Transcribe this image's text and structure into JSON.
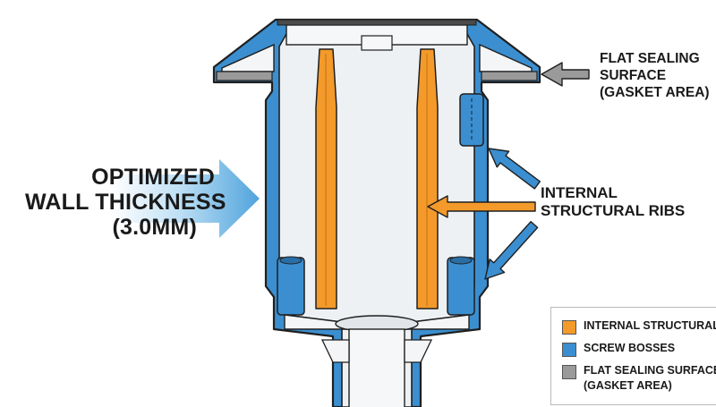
{
  "colors": {
    "shell_blue": "#3b8fd0",
    "outline": "#1f1f1f",
    "interior": "#eef1f4",
    "rib_orange": "#f39a2b",
    "boss_blue": "#3b8fd0",
    "gasket_gray": "#9a9a9a",
    "arrow_gray": "#9a9a9a"
  },
  "callouts": {
    "sealing": {
      "line1": "FLAT SEALING",
      "line2": "SURFACE",
      "line3": "(GASKET AREA)"
    },
    "ribs": {
      "line1": "INTERNAL",
      "line2": "STRUCTURAL RIBS"
    },
    "wall": {
      "line1": "OPTIMIZED",
      "line2": "WALL THICKNESS",
      "line3": "(3.0mm)"
    }
  },
  "legend": {
    "items": [
      {
        "label": "INTERNAL STRUCTURAL RIBS",
        "color": "#f39a2b"
      },
      {
        "label": "SCREW BOSSES",
        "color": "#3b8fd0"
      },
      {
        "label": "FLAT SEALING SURFACE",
        "label2": "(GASKET AREA)",
        "color": "#9a9a9a"
      }
    ]
  }
}
